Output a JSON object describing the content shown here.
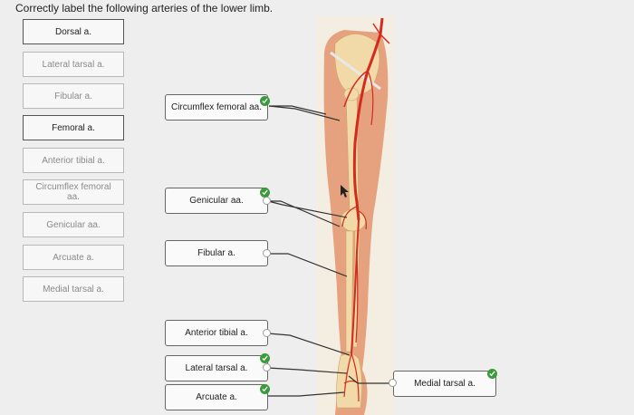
{
  "question": "Correctly label the following arteries of the lower limb.",
  "bank": [
    {
      "label": "Dorsal a.",
      "state": "active"
    },
    {
      "label": "Lateral tarsal a.",
      "state": "used"
    },
    {
      "label": "Fibular a.",
      "state": "used"
    },
    {
      "label": "Femoral a.",
      "state": "active"
    },
    {
      "label": "Anterior tibial a.",
      "state": "used"
    },
    {
      "label": "Circumflex femoral aa.",
      "state": "used"
    },
    {
      "label": "Genicular aa.",
      "state": "used"
    },
    {
      "label": "Arcuate a.",
      "state": "used"
    },
    {
      "label": "Medial tarsal a.",
      "state": "used"
    }
  ],
  "drops": [
    {
      "label": "Circumflex femoral aa.",
      "correct": true
    },
    {
      "label": "Genicular aa.",
      "correct": true
    },
    {
      "label": "Fibular a.",
      "correct": false
    },
    {
      "label": "Anterior tibial a.",
      "correct": false
    },
    {
      "label": "Lateral tarsal a.",
      "correct": true
    },
    {
      "label": "Arcuate a.",
      "correct": true
    },
    {
      "label": "Medial tarsal a.",
      "correct": true
    }
  ],
  "icons": {
    "check": "check-icon",
    "connector": "connector-dot-icon",
    "cursor": "mouse-pointer-icon"
  },
  "colors": {
    "check": "#3a9b3a",
    "artery": "#d42a1f",
    "bone": "#f2d9a8",
    "skin": "#e6a27e"
  }
}
